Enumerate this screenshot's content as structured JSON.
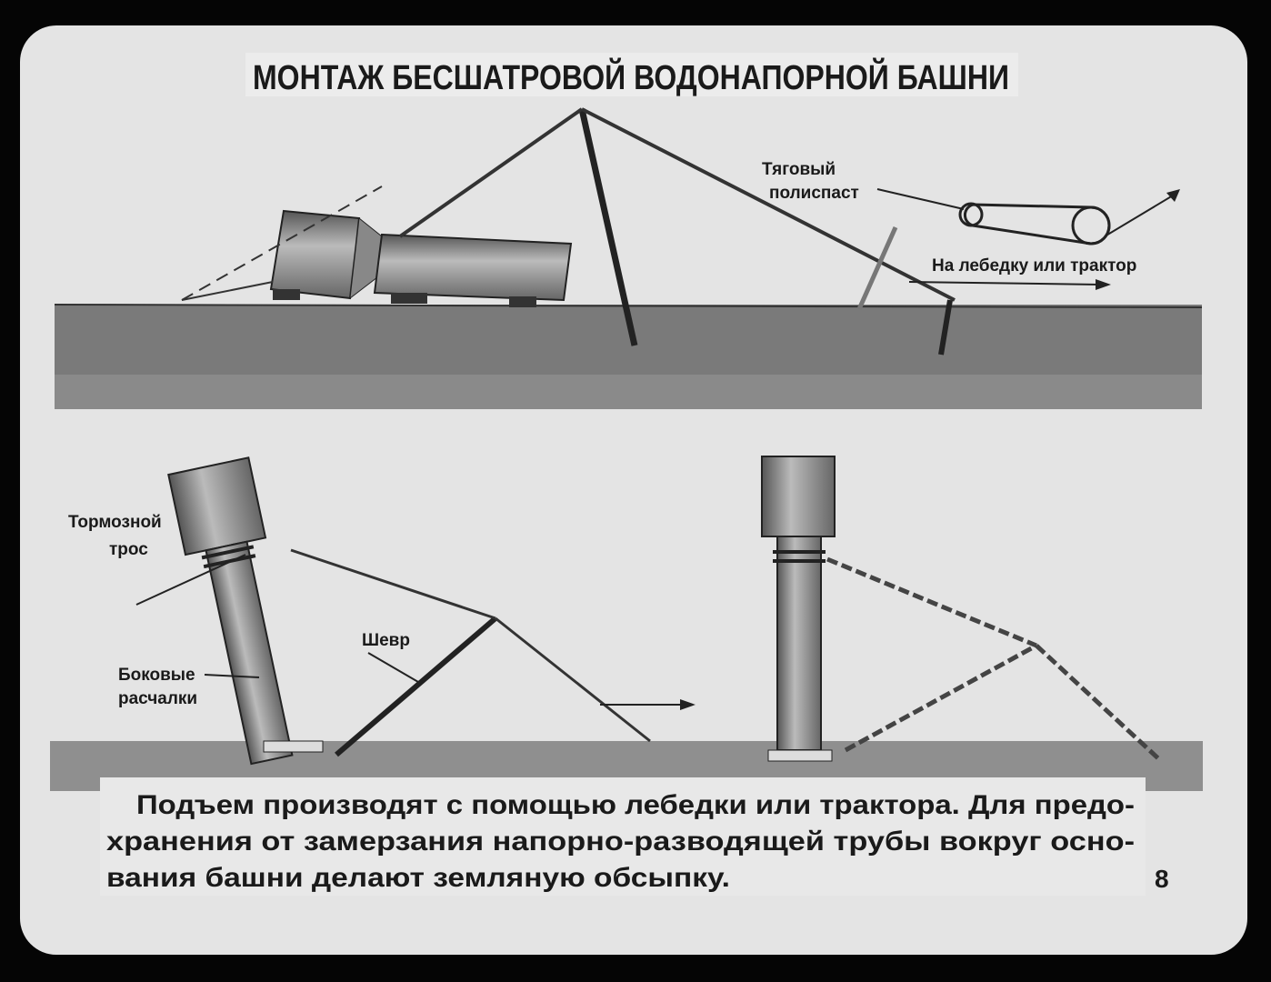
{
  "title": "МОНТАЖ БЕСШАТРОВОЙ ВОДОНАПОРНОЙ БАШНИ",
  "labels": {
    "tackle_line1": "Тяговый",
    "tackle_line2": "полиспаст",
    "to_winch": "На лебедку или трактор",
    "brake_line1": "Тормозной",
    "brake_line2": "трос",
    "gin_pole": "Шевр",
    "guys_line1": "Боковые",
    "guys_line2": "расчалки"
  },
  "caption": [
    "Подъем производят с помощью лебедки или трактора. Для предо-",
    "хранения от замерзания напорно-разводящей трубы вокруг осно-",
    "вания башни делают земляную обсыпку."
  ],
  "page_number": "8"
}
